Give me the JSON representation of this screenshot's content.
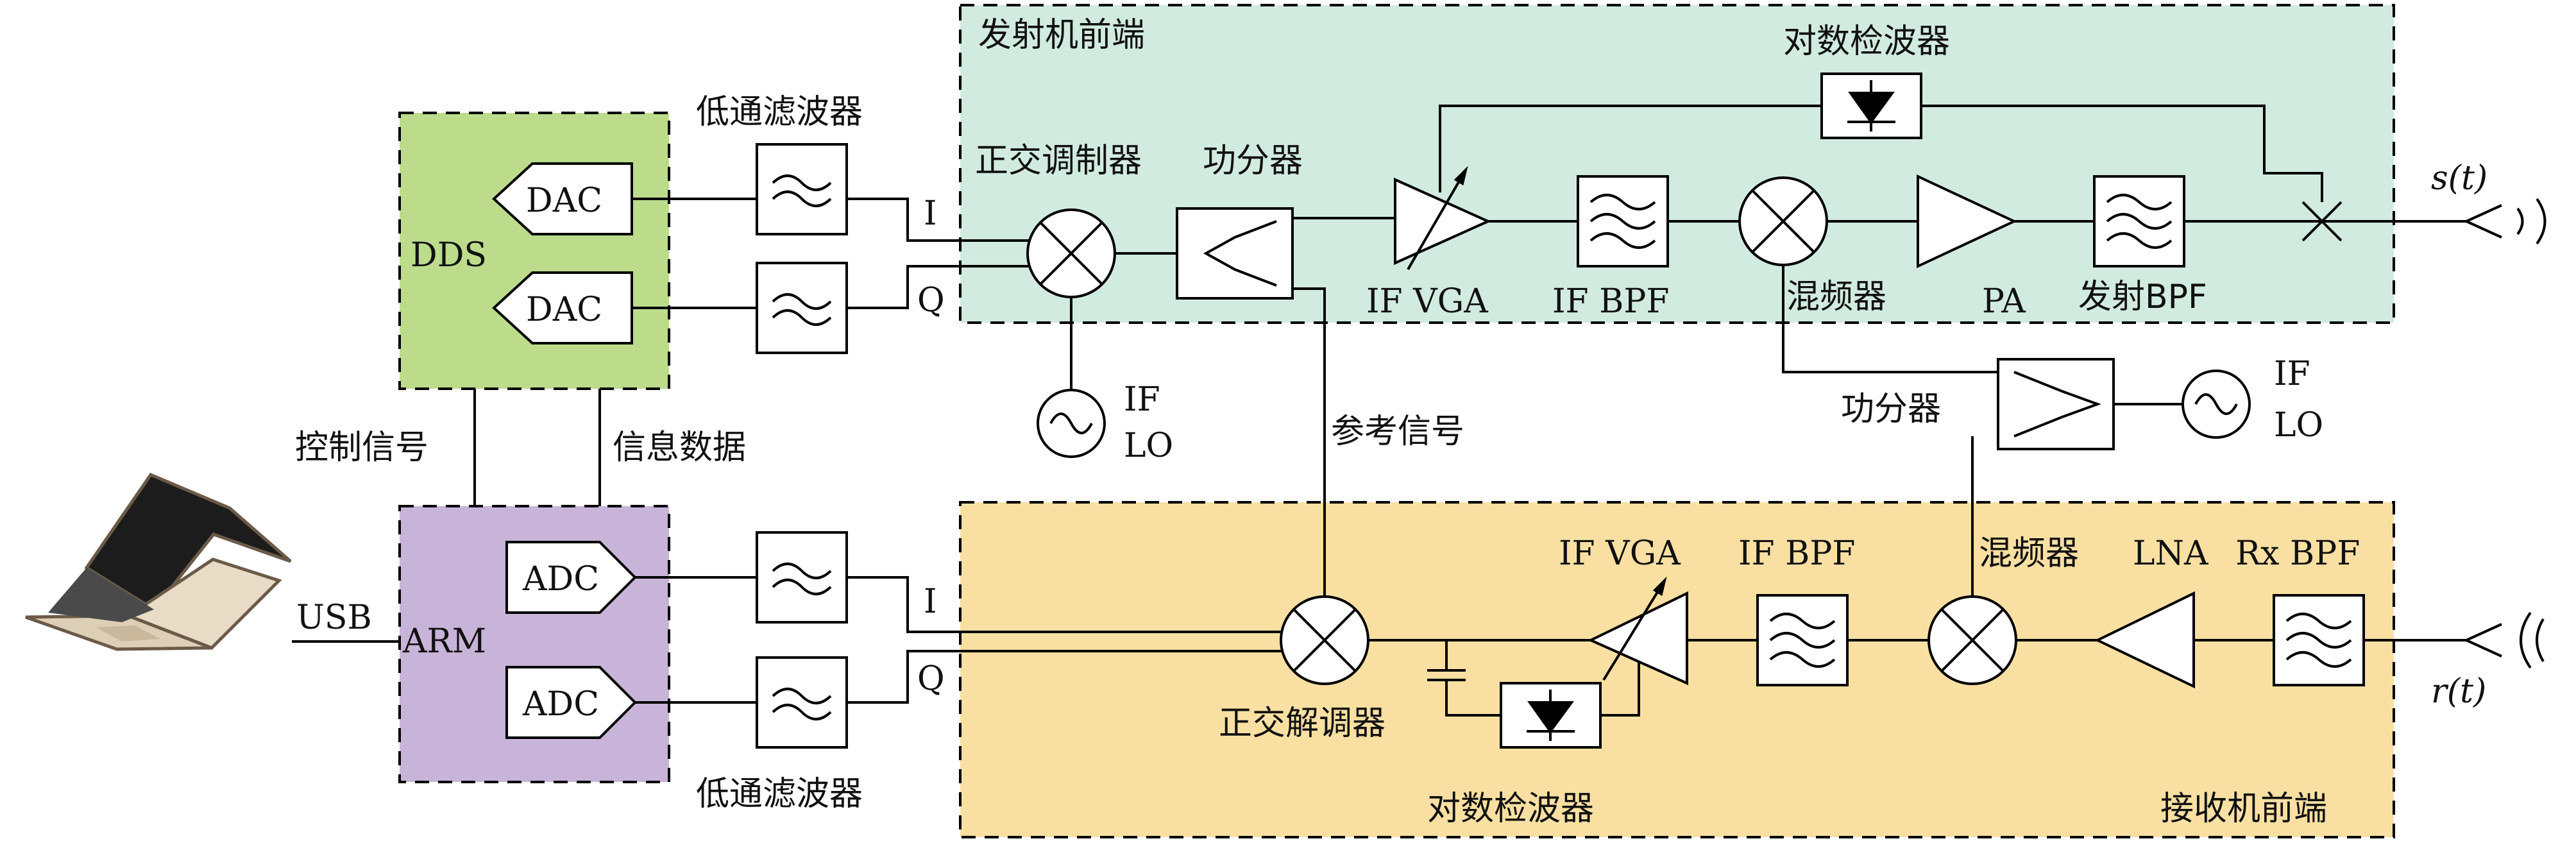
{
  "regions": {
    "tx_front": "发射机前端",
    "rx_front": "接收机前端",
    "dds": "DDS",
    "arm": "ARM"
  },
  "blocks": {
    "dac": "DAC",
    "adc": "ADC",
    "lpf_top": "低通滤波器",
    "lpf_bottom": "低通滤波器",
    "quad_mod": "正交调制器",
    "splitter_tx": "功分器",
    "splitter_lo": "功分器",
    "if_vga_tx": "IF VGA",
    "if_bpf_tx": "IF BPF",
    "mixer_tx": "混频器",
    "pa": "PA",
    "tx_bpf": "发射BPF",
    "log_det_tx": "对数检波器",
    "log_det_rx": "对数检波器",
    "if_lo": [
      "IF",
      "LO"
    ],
    "if_vga_rx": "IF VGA",
    "if_bpf_rx": "IF BPF",
    "mixer_rx": "混频器",
    "lna": "LNA",
    "rx_bpf": "Rx BPF",
    "quad_demod": "正交解调器"
  },
  "signals": {
    "i": "I",
    "q": "Q",
    "ref": "参考信号",
    "ctrl": "控制信号",
    "info": "信息数据",
    "usb": "USB",
    "st": "s(t)",
    "rt": "r(t)"
  },
  "colors": {
    "tx_fill": "#d2ebe0",
    "rx_fill": "#f9e0a2",
    "dds_fill": "#bcdc8c",
    "arm_fill": "#c9b4d9"
  }
}
